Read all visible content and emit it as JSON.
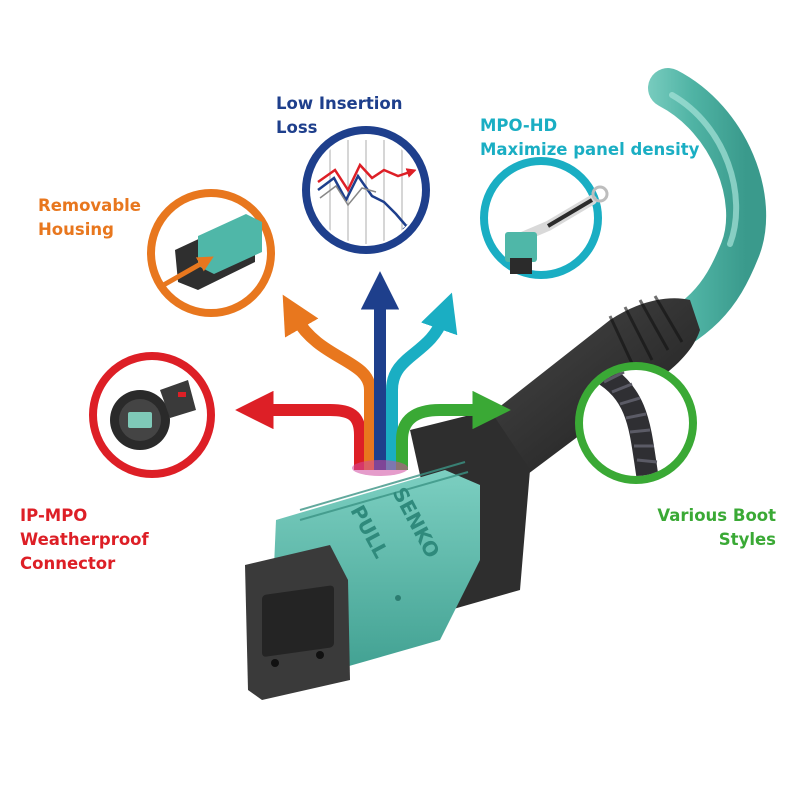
{
  "colors": {
    "removable": "#e8771e",
    "insertion": "#1e3f8c",
    "mpohd": "#1aaec3",
    "ipmpo": "#dd1f26",
    "boot": "#3aa935",
    "connector": "#4cb8a6",
    "cable": "#58b8aa",
    "boot_dark": "#2b2b2b"
  },
  "connector_print": [
    "PULL",
    "SENKO"
  ],
  "features": [
    {
      "id": "removable",
      "lines": [
        "Removable",
        "Housing"
      ],
      "icon": "connector-housing-icon"
    },
    {
      "id": "insertion",
      "lines": [
        "Low Insertion",
        "Loss"
      ],
      "icon": "line-graph-icon"
    },
    {
      "id": "mpohd",
      "lines": [
        "MPO-HD",
        "Maximize panel density"
      ],
      "icon": "pull-tab-connector-icon"
    },
    {
      "id": "ipmpo",
      "lines": [
        "IP-MPO",
        "Weatherproof",
        "Connector"
      ],
      "icon": "weatherproof-connector-icon"
    },
    {
      "id": "boot",
      "lines": [
        "Various Boot",
        "Styles"
      ],
      "icon": "coiled-boot-icon"
    }
  ]
}
